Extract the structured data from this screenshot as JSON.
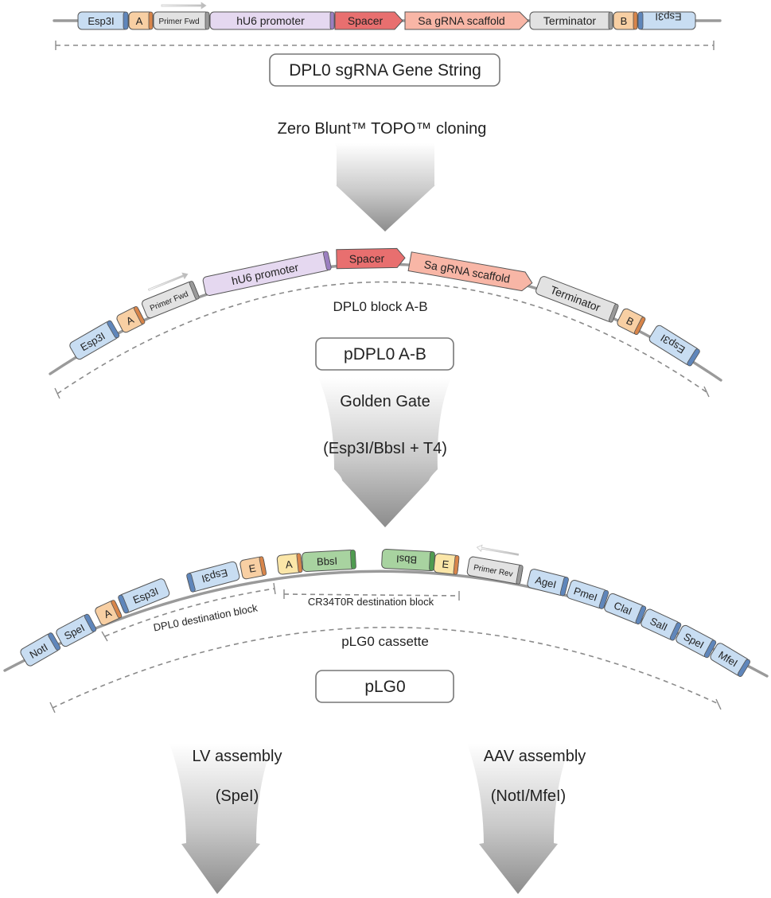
{
  "colors": {
    "blue": "#c8ddf2",
    "blue_cap": "#5f86bb",
    "orange": "#f8cfa3",
    "orange_cap": "#d8854a",
    "yellow": "#fbe6a8",
    "green": "#a8d3a0",
    "green_cap": "#4f9b50",
    "grey": "#e2e2e2",
    "grey_cap": "#9a9a9a",
    "purple": "#e5d8f0",
    "purple_cap": "#9b7fc0",
    "spacer": "#e86f6f",
    "scaffold": "#f8b6a6"
  },
  "gene_string": {
    "elements": [
      "Esp3I",
      "A",
      "Primer Fwd",
      "hU6 promoter",
      "Spacer",
      "Sa gRNA scaffold",
      "Terminator",
      "B",
      "Esp3I"
    ],
    "box_label": "DPL0 sgRNA Gene String"
  },
  "step1": {
    "label": "Zero Blunt™ TOPO™ cloning"
  },
  "pdpl0": {
    "elements": [
      "Esp3I",
      "A",
      "Primer Fwd",
      "hU6 promoter",
      "Spacer",
      "Sa gRNA scaffold",
      "Terminator",
      "B",
      "Esp3I"
    ],
    "block_label": "DPL0 block A-B",
    "box_label": "pDPL0  A-B"
  },
  "step2": {
    "label": "Golden Gate",
    "sublabel": "(Esp3I/BbsI + T4)"
  },
  "plg0": {
    "elements": [
      "NotI",
      "SpeI",
      "A",
      "Esp3I",
      "Esp3I",
      "E",
      "A",
      "BbsI",
      "BbsI",
      "E",
      "Primer Rev",
      "AgeI",
      "PmeI",
      "ClaI",
      "SalI",
      "SpeI",
      "MfeI"
    ],
    "dpl0_dest_label": "DPL0 destination block",
    "cr34_dest_label": "CR34T0R destination block",
    "cassette_label": "pLG0 cassette",
    "box_label": "pLG0"
  },
  "step3_left": {
    "label": "LV assembly",
    "sublabel": "(SpeI)"
  },
  "step3_right": {
    "label": "AAV assembly",
    "sublabel": "(NotI/MfeI)"
  }
}
